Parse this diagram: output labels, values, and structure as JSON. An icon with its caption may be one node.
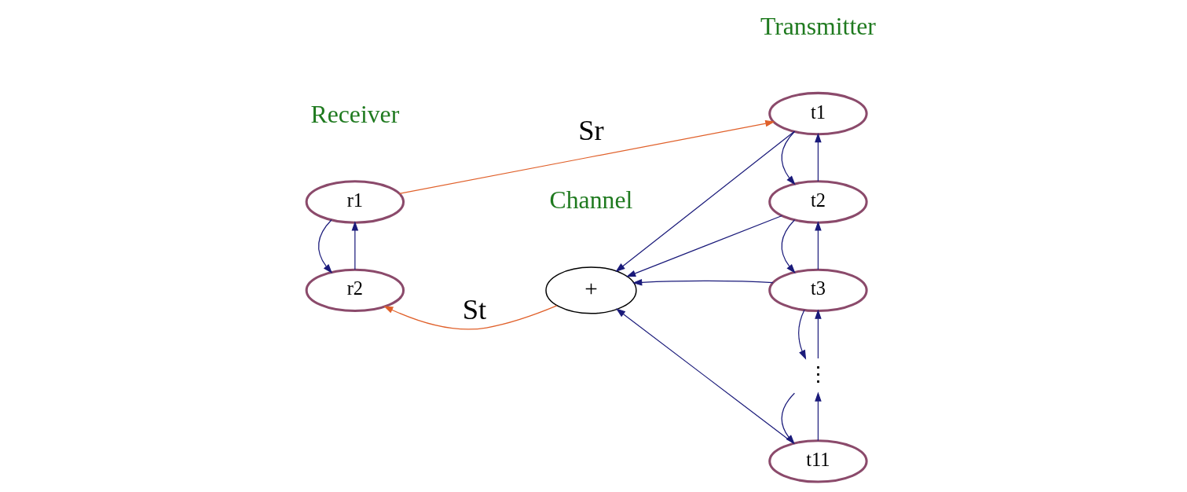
{
  "diagram": {
    "nodes": [
      {
        "text": [
          "r1"
        ]
      },
      {
        "text": [
          "r2"
        ]
      },
      {
        "text": [
          "t1"
        ]
      },
      {
        "text": [
          "t2"
        ]
      },
      {
        "text": [
          "t3"
        ]
      },
      {
        "text": [
          "⋮"
        ]
      },
      {
        "text": [
          "t11"
        ]
      },
      {
        "text": [
          "+"
        ]
      }
    ],
    "edges": [
      {
        "from": 0,
        "to": 2,
        "arrow": "to",
        "label": "Sr",
        "color": "#e0602a"
      },
      {
        "from": 7,
        "to": 1,
        "arrow": "to",
        "label": "St",
        "color": "#e0602a"
      },
      {
        "from": 1,
        "to": 0,
        "arrow": "to"
      },
      {
        "from": 0,
        "to": 1,
        "arrow": "to"
      },
      {
        "from": 3,
        "to": 2,
        "arrow": "to"
      },
      {
        "from": 2,
        "to": 3,
        "arrow": "to"
      },
      {
        "from": 4,
        "to": 3,
        "arrow": "to"
      },
      {
        "from": 3,
        "to": 4,
        "arrow": "to"
      },
      {
        "from": 5,
        "to": 4,
        "arrow": "to"
      },
      {
        "from": 4,
        "to": 5,
        "arrow": "to"
      },
      {
        "from": 6,
        "to": 5,
        "arrow": "to"
      },
      {
        "from": 5,
        "to": 6,
        "arrow": "to"
      },
      {
        "from": 2,
        "to": 7,
        "arrow": "to"
      },
      {
        "from": 3,
        "to": 7,
        "arrow": "to"
      },
      {
        "from": 4,
        "to": 7,
        "arrow": "to"
      },
      {
        "from": 6,
        "to": 7,
        "arrow": "to"
      }
    ],
    "labels": [
      "Receiver",
      "Channel",
      "Transmitter"
    ]
  }
}
